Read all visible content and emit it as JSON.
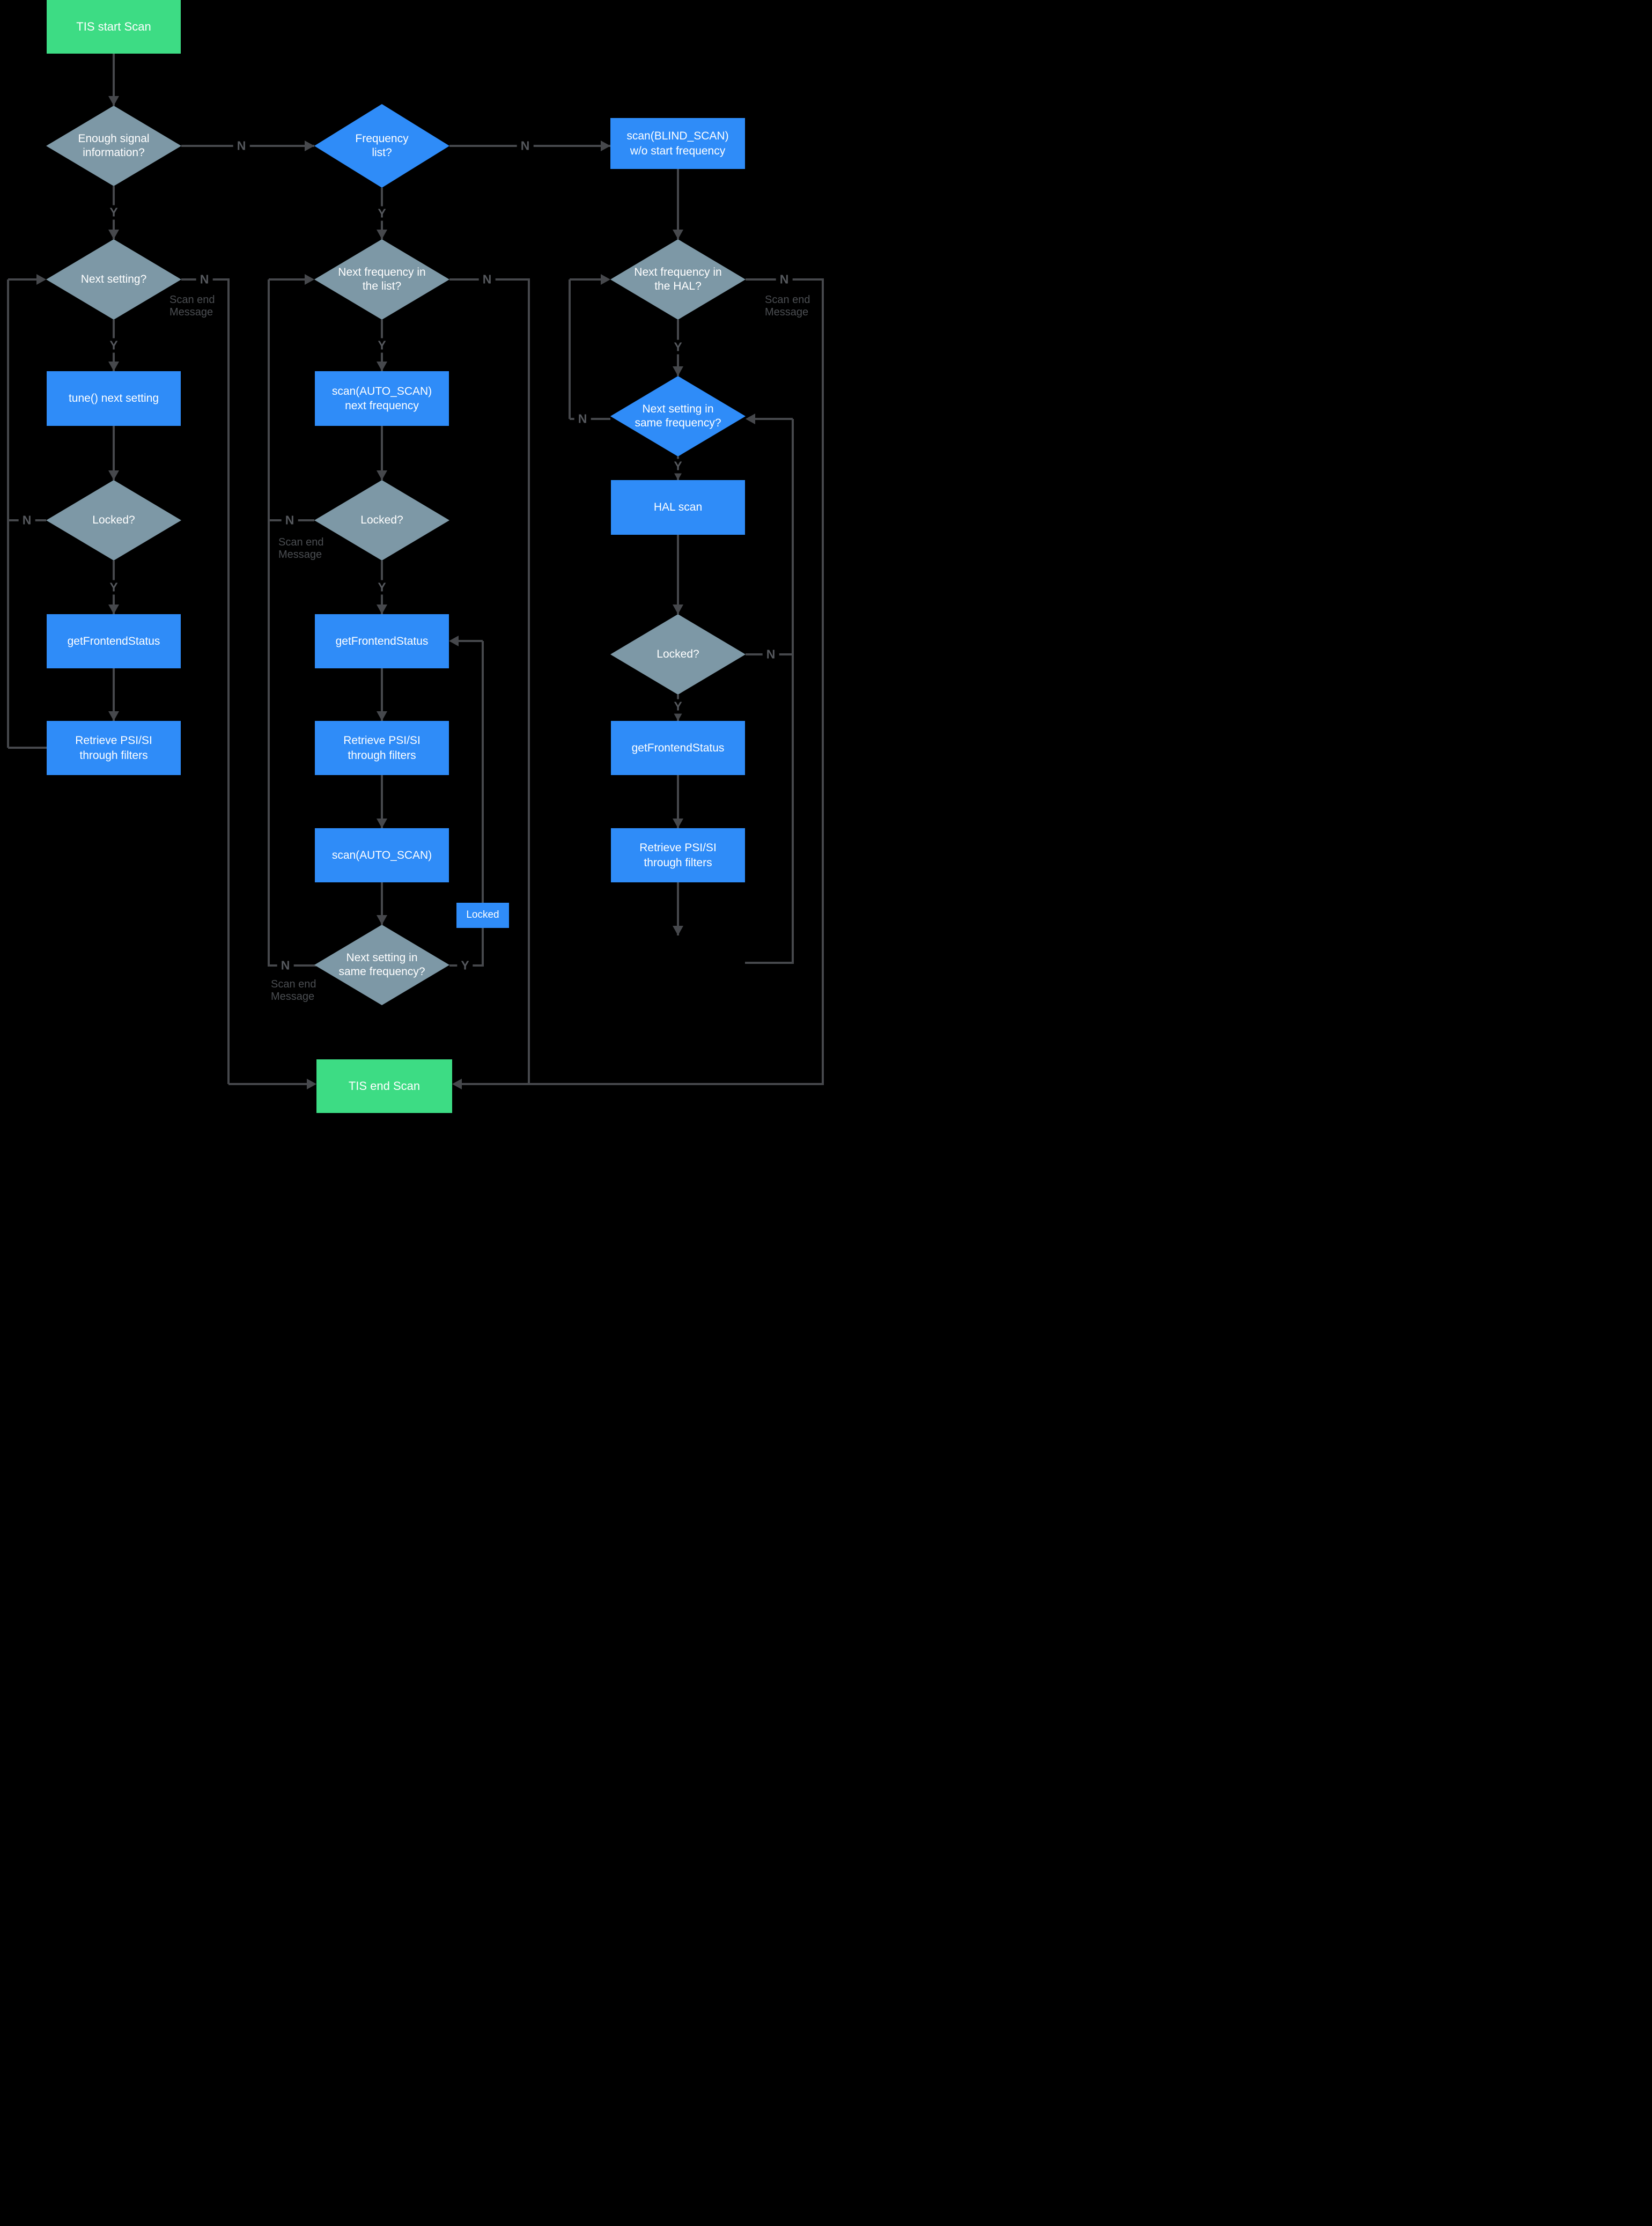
{
  "colors": {
    "background": "#000000",
    "process_blue": "#2f8cf8",
    "decision_gray": "#7d98a6",
    "terminal_green": "#3ddc84",
    "connector": "#46484c",
    "edge_label": "#55585d"
  },
  "labels": {
    "yes": "Y",
    "no": "N",
    "scan_end_message": "Scan end Message"
  },
  "nodes": {
    "tis_start": {
      "label": "TIS start Scan",
      "type": "terminal"
    },
    "enough_signal": {
      "label": "Enough signal information?",
      "type": "decision"
    },
    "frequency_list": {
      "label": "Frequency list?",
      "type": "decision"
    },
    "blind_scan_wo_start": {
      "label": "scan(BLIND_SCAN) w/o start frequency",
      "type": "process"
    },
    "next_setting": {
      "label": "Next setting?",
      "type": "decision"
    },
    "next_freq_in_list": {
      "label": "Next frequency in the list?",
      "type": "decision"
    },
    "next_freq_in_hal": {
      "label": "Next frequency in the HAL?",
      "type": "decision"
    },
    "tune_next_setting": {
      "label": "tune() next setting",
      "type": "process"
    },
    "scan_auto_next_freq": {
      "label": "scan(AUTO_SCAN) next frequency",
      "type": "process"
    },
    "next_setting_same_freq_hal": {
      "label": "Next setting in same frequency?",
      "type": "decision"
    },
    "locked_1": {
      "label": "Locked?",
      "type": "decision"
    },
    "locked_2": {
      "label": "Locked?",
      "type": "decision"
    },
    "locked_3": {
      "label": "Locked?",
      "type": "decision"
    },
    "hal_scan": {
      "label": "HAL scan",
      "type": "process"
    },
    "get_frontend_status_1": {
      "label": "getFrontendStatus",
      "type": "process"
    },
    "get_frontend_status_2": {
      "label": "getFrontendStatus",
      "type": "process"
    },
    "get_frontend_status_3": {
      "label": "getFrontendStatus",
      "type": "process"
    },
    "retrieve_psi_si_1": {
      "label": "Retrieve PSI/SI through filters",
      "type": "process"
    },
    "retrieve_psi_si_2": {
      "label": "Retrieve PSI/SI through filters",
      "type": "process"
    },
    "retrieve_psi_si_3": {
      "label": "Retrieve PSI/SI through filters",
      "type": "process"
    },
    "scan_auto": {
      "label": "scan(AUTO_SCAN)",
      "type": "process"
    },
    "locked_tag": {
      "label": "Locked",
      "type": "process"
    },
    "next_setting_same_freq_list": {
      "label": "Next setting in same frequency?",
      "type": "decision"
    },
    "tis_end": {
      "label": "TIS end Scan",
      "type": "terminal"
    }
  }
}
